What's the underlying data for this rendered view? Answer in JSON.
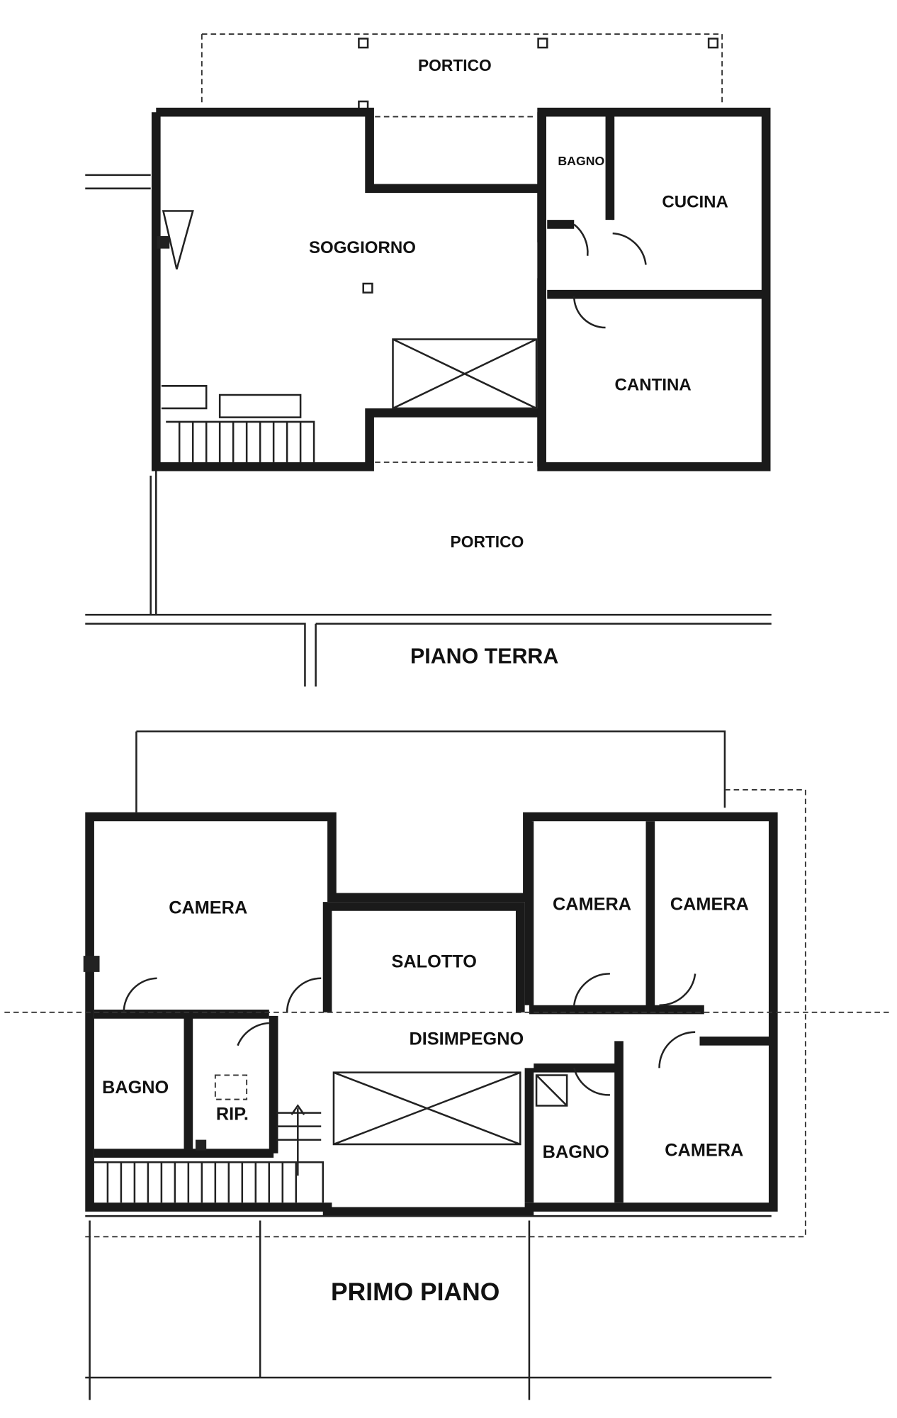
{
  "ground_floor": {
    "title": "PIANO TERRA",
    "rooms": {
      "portico_top": "PORTICO",
      "bagno": "BAGNO",
      "cucina": "CUCINA",
      "soggiorno": "SOGGIORNO",
      "cantina": "CANTINA",
      "portico_bottom": "PORTICO"
    }
  },
  "first_floor": {
    "title": "PRIMO PIANO",
    "rooms": {
      "camera_1": "CAMERA",
      "salotto": "SALOTTO",
      "camera_2": "CAMERA",
      "camera_3": "CAMERA",
      "disimpegno": "DISIMPEGNO",
      "bagno_1": "BAGNO",
      "rip": "RIP.",
      "bagno_2": "BAGNO",
      "camera_4": "CAMERA"
    }
  }
}
